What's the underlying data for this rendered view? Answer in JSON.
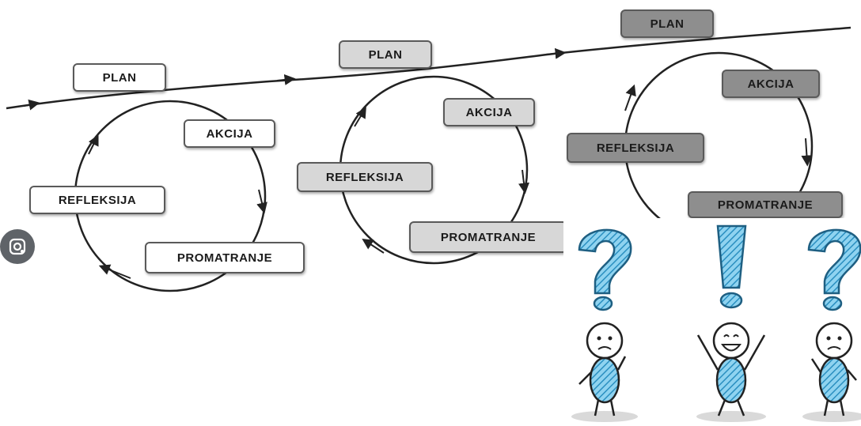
{
  "labels": {
    "plan": "PLAN",
    "akcija": "AKCIJA",
    "promatranje": "PROMATRANJE",
    "refleksija": "REFLEKSIJA"
  },
  "colors": {
    "cycle1": "#ffffff",
    "cycle2": "#d7d7d7",
    "cycle3": "#8e8e8e",
    "figure_blue": "#3aa6d4",
    "stroke": "#222222"
  },
  "icons": [
    "lens-icon",
    "question-mark-icon",
    "exclamation-mark-icon"
  ]
}
